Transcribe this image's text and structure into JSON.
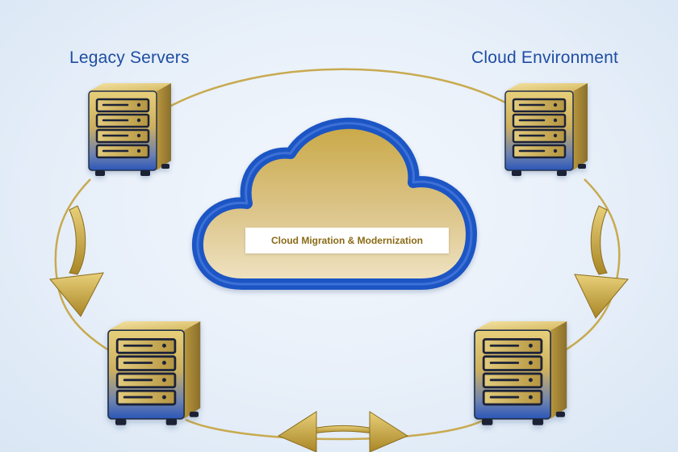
{
  "labels": {
    "left": "Legacy Servers",
    "right": "Cloud Environment"
  },
  "banner": {
    "text": "Cloud Migration & Modernization"
  },
  "colors": {
    "gold": "#d9bc5c",
    "gold_dark": "#a8842a",
    "blue": "#1f55c4",
    "blue_dark": "#143f9a",
    "label_blue": "#1f4da3"
  },
  "icons": [
    "server-icon",
    "cloud-icon",
    "curved-arrow-icon",
    "double-arrow-icon"
  ]
}
